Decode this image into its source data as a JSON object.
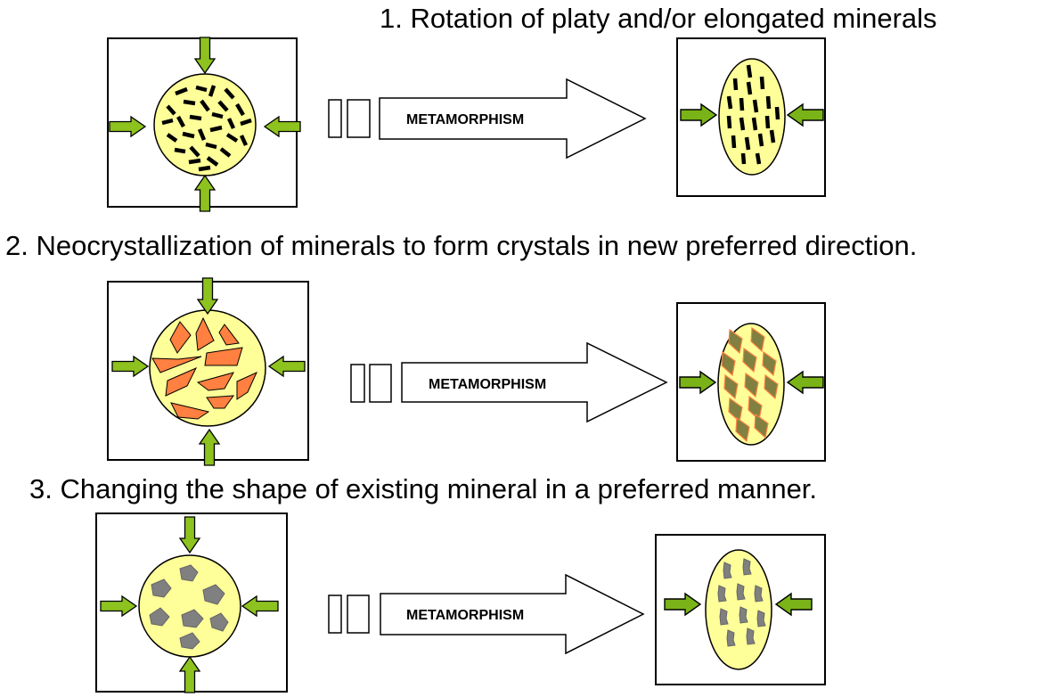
{
  "headings": {
    "rotation": "1. Rotation of platy and/or elongated minerals",
    "neocrystallization": "2. Neocrystallization of minerals to form crystals in new preferred direction.",
    "shape_change": "3. Changing the shape of existing mineral in a preferred manner."
  },
  "process_label": "METAMORPHISM",
  "colors": {
    "stress_arrow": "#8dc21f",
    "grain_fill": "#ffff99",
    "platy_mineral": "#000000",
    "neo_crystal": "#ff8040",
    "neo_crystal_aligned": "#808040",
    "shape_mineral": "#808080",
    "outline": "#000000"
  },
  "icons": {
    "stress_arrow": "green-compression-arrow",
    "process_arrow": "hollow-right-arrow"
  }
}
